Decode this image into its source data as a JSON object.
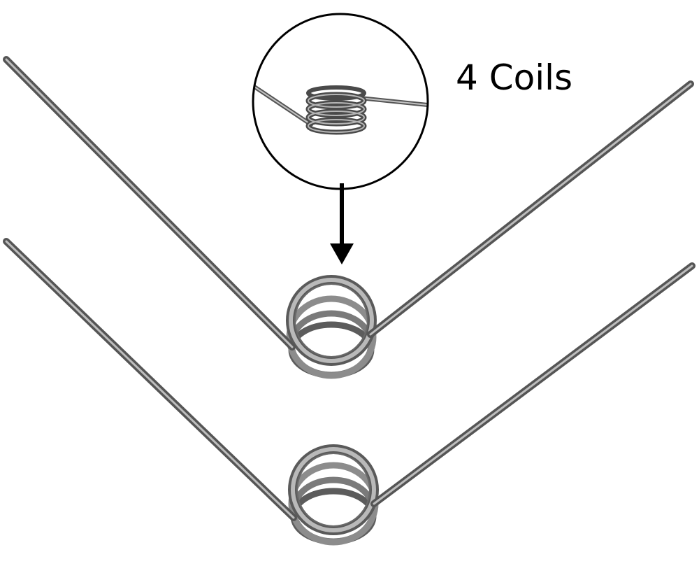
{
  "callout": {
    "label": "4 Coils"
  },
  "colors": {
    "background": "#ffffff",
    "wire_dark": "#4a4a4a",
    "wire_mid": "#8a8a8a",
    "wire_light": "#c9c9c9",
    "callout_border": "#000000",
    "arrow": "#000000"
  },
  "springs": [
    {
      "name": "torsion-spring-upper",
      "coil_count": 4,
      "leg_angle_degrees": 90
    },
    {
      "name": "torsion-spring-lower",
      "coil_count": 4,
      "leg_angle_degrees": 90
    }
  ]
}
